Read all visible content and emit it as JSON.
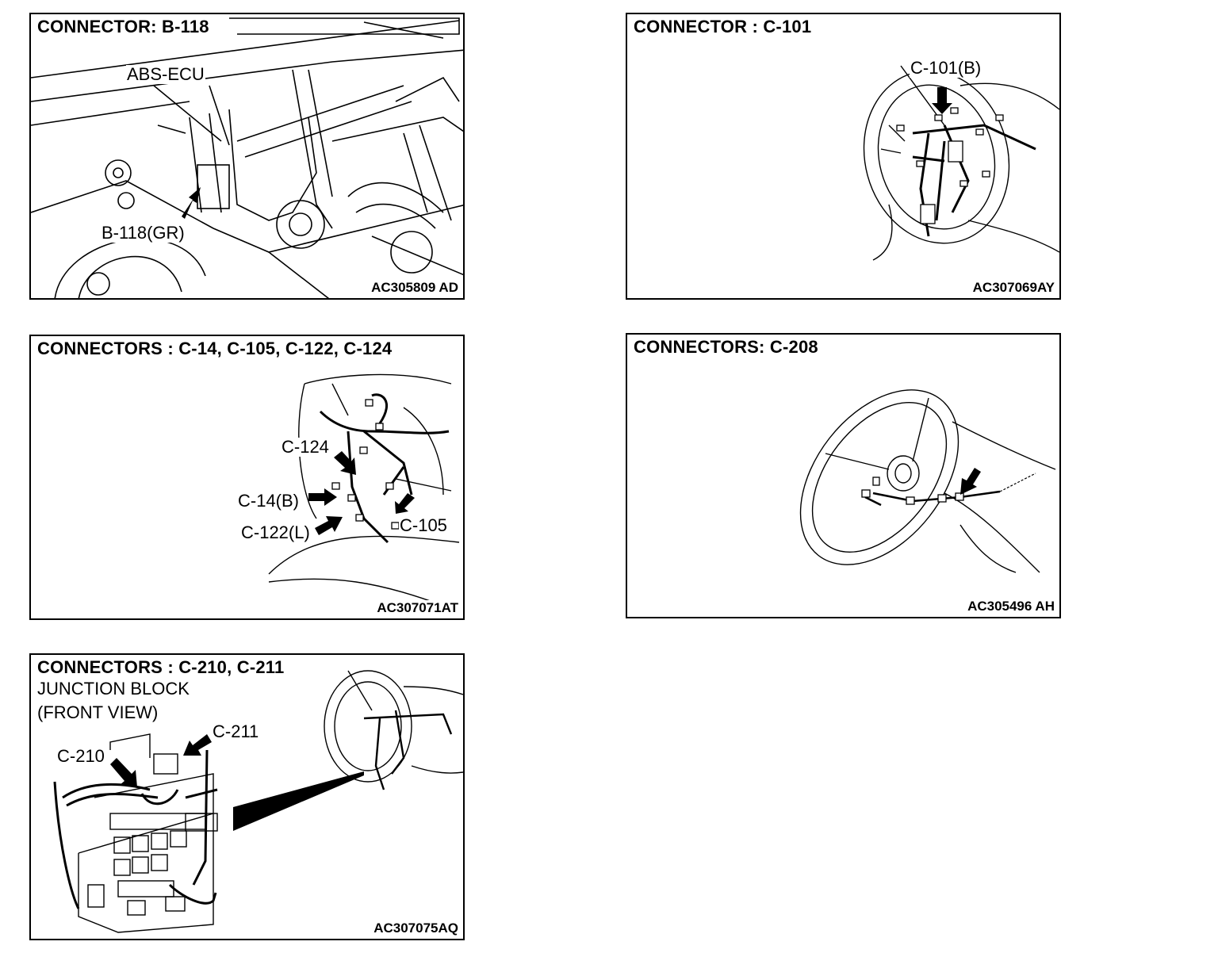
{
  "panels": [
    {
      "title": "CONNECTOR: B-118",
      "code": "AC305809 AD",
      "callouts": [
        "ABS-ECU",
        "B-118(GR)"
      ]
    },
    {
      "title": "CONNECTOR : C-101",
      "code": "AC307069AY",
      "callouts": [
        "C-101(B)"
      ]
    },
    {
      "title": "CONNECTORS : C-14, C-105, C-122, C-124",
      "code": "AC307071AT",
      "callouts": [
        "C-124",
        "C-14(B)",
        "C-122(L)",
        "C-105"
      ]
    },
    {
      "title": "CONNECTORS: C-208",
      "code": "AC305496 AH",
      "callouts": []
    },
    {
      "title": "CONNECTORS : C-210, C-211",
      "subtitle": [
        "JUNCTION BLOCK",
        "(FRONT VIEW)"
      ],
      "code": "AC307075AQ",
      "callouts": [
        "C-210",
        "C-211"
      ]
    }
  ]
}
